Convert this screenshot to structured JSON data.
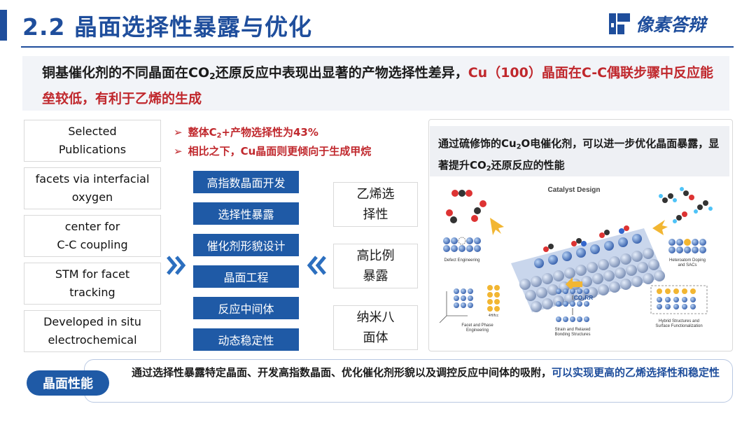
{
  "header": {
    "title": "2.2 晶面选择性暴露与优化",
    "brand": "像素答辩"
  },
  "intro": {
    "part1": "铜基催化剂的不同晶面在CO",
    "sub": "2",
    "part2": "还原反应中表现出显著的产物选择性差异，",
    "highlight": "Cu（100）晶面在C-C偶联步骤中反应能垒较低，有利于乙烯的生成"
  },
  "publications": [
    {
      "line1": "Selected",
      "line2": "Publications"
    },
    {
      "line1": "facets via interfacial",
      "line2": "oxygen"
    },
    {
      "line1": "center for",
      "line2": "C-C coupling"
    },
    {
      "line1": "STM for facet",
      "line2": "tracking"
    },
    {
      "line1": "Developed in situ",
      "line2": "electrochemical"
    }
  ],
  "bullets": {
    "arrow": "➢",
    "b1_pre": "整体C",
    "b1_sub": "2",
    "b1_post": "+产物选择性为43%",
    "b2": "相比之下，Cu晶面则更倾向于生成甲烷"
  },
  "center_items": [
    "高指数晶面开发",
    "选择性暴露",
    "催化剂形貌设计",
    "晶面工程",
    "反应中间体",
    "动态稳定性"
  ],
  "right_labels": [
    {
      "line1": "乙烯选",
      "line2": "择性"
    },
    {
      "line1": "高比例",
      "line2": "暴露"
    },
    {
      "line1": "纳米八",
      "line2": "面体"
    }
  ],
  "panel": {
    "text_pre": "通过硫修饰的Cu",
    "text_sub": "2",
    "text_mid": "O电催化剂，可以进一步优化晶面暴露，显著提升CO",
    "text_sub2": "2",
    "text_post": "还原反应的性能",
    "figure": {
      "title": "Catalyst Design",
      "center_label": "CO₂RR",
      "labels": [
        "Defect Engineering",
        "Heteroatom Doping",
        "and SACs",
        "Facet and Phase",
        "Engineering",
        "Strain and Relaxed",
        "Bonding Structures",
        "Hybrid Structures and",
        "Surface Functionalization",
        "4H/fcc"
      ]
    }
  },
  "footer": {
    "tag": "晶面性能",
    "text": "通过选择性暴露特定晶面、开发高指数晶面、优化催化剂形貌以及调控反应中间体的吸附，",
    "highlight": "可以实现更高的乙烯选择性和稳定性"
  },
  "colors": {
    "primary": "#1f4e9c",
    "accent_red": "#c0282d",
    "button_blue": "#1f5aa6"
  }
}
